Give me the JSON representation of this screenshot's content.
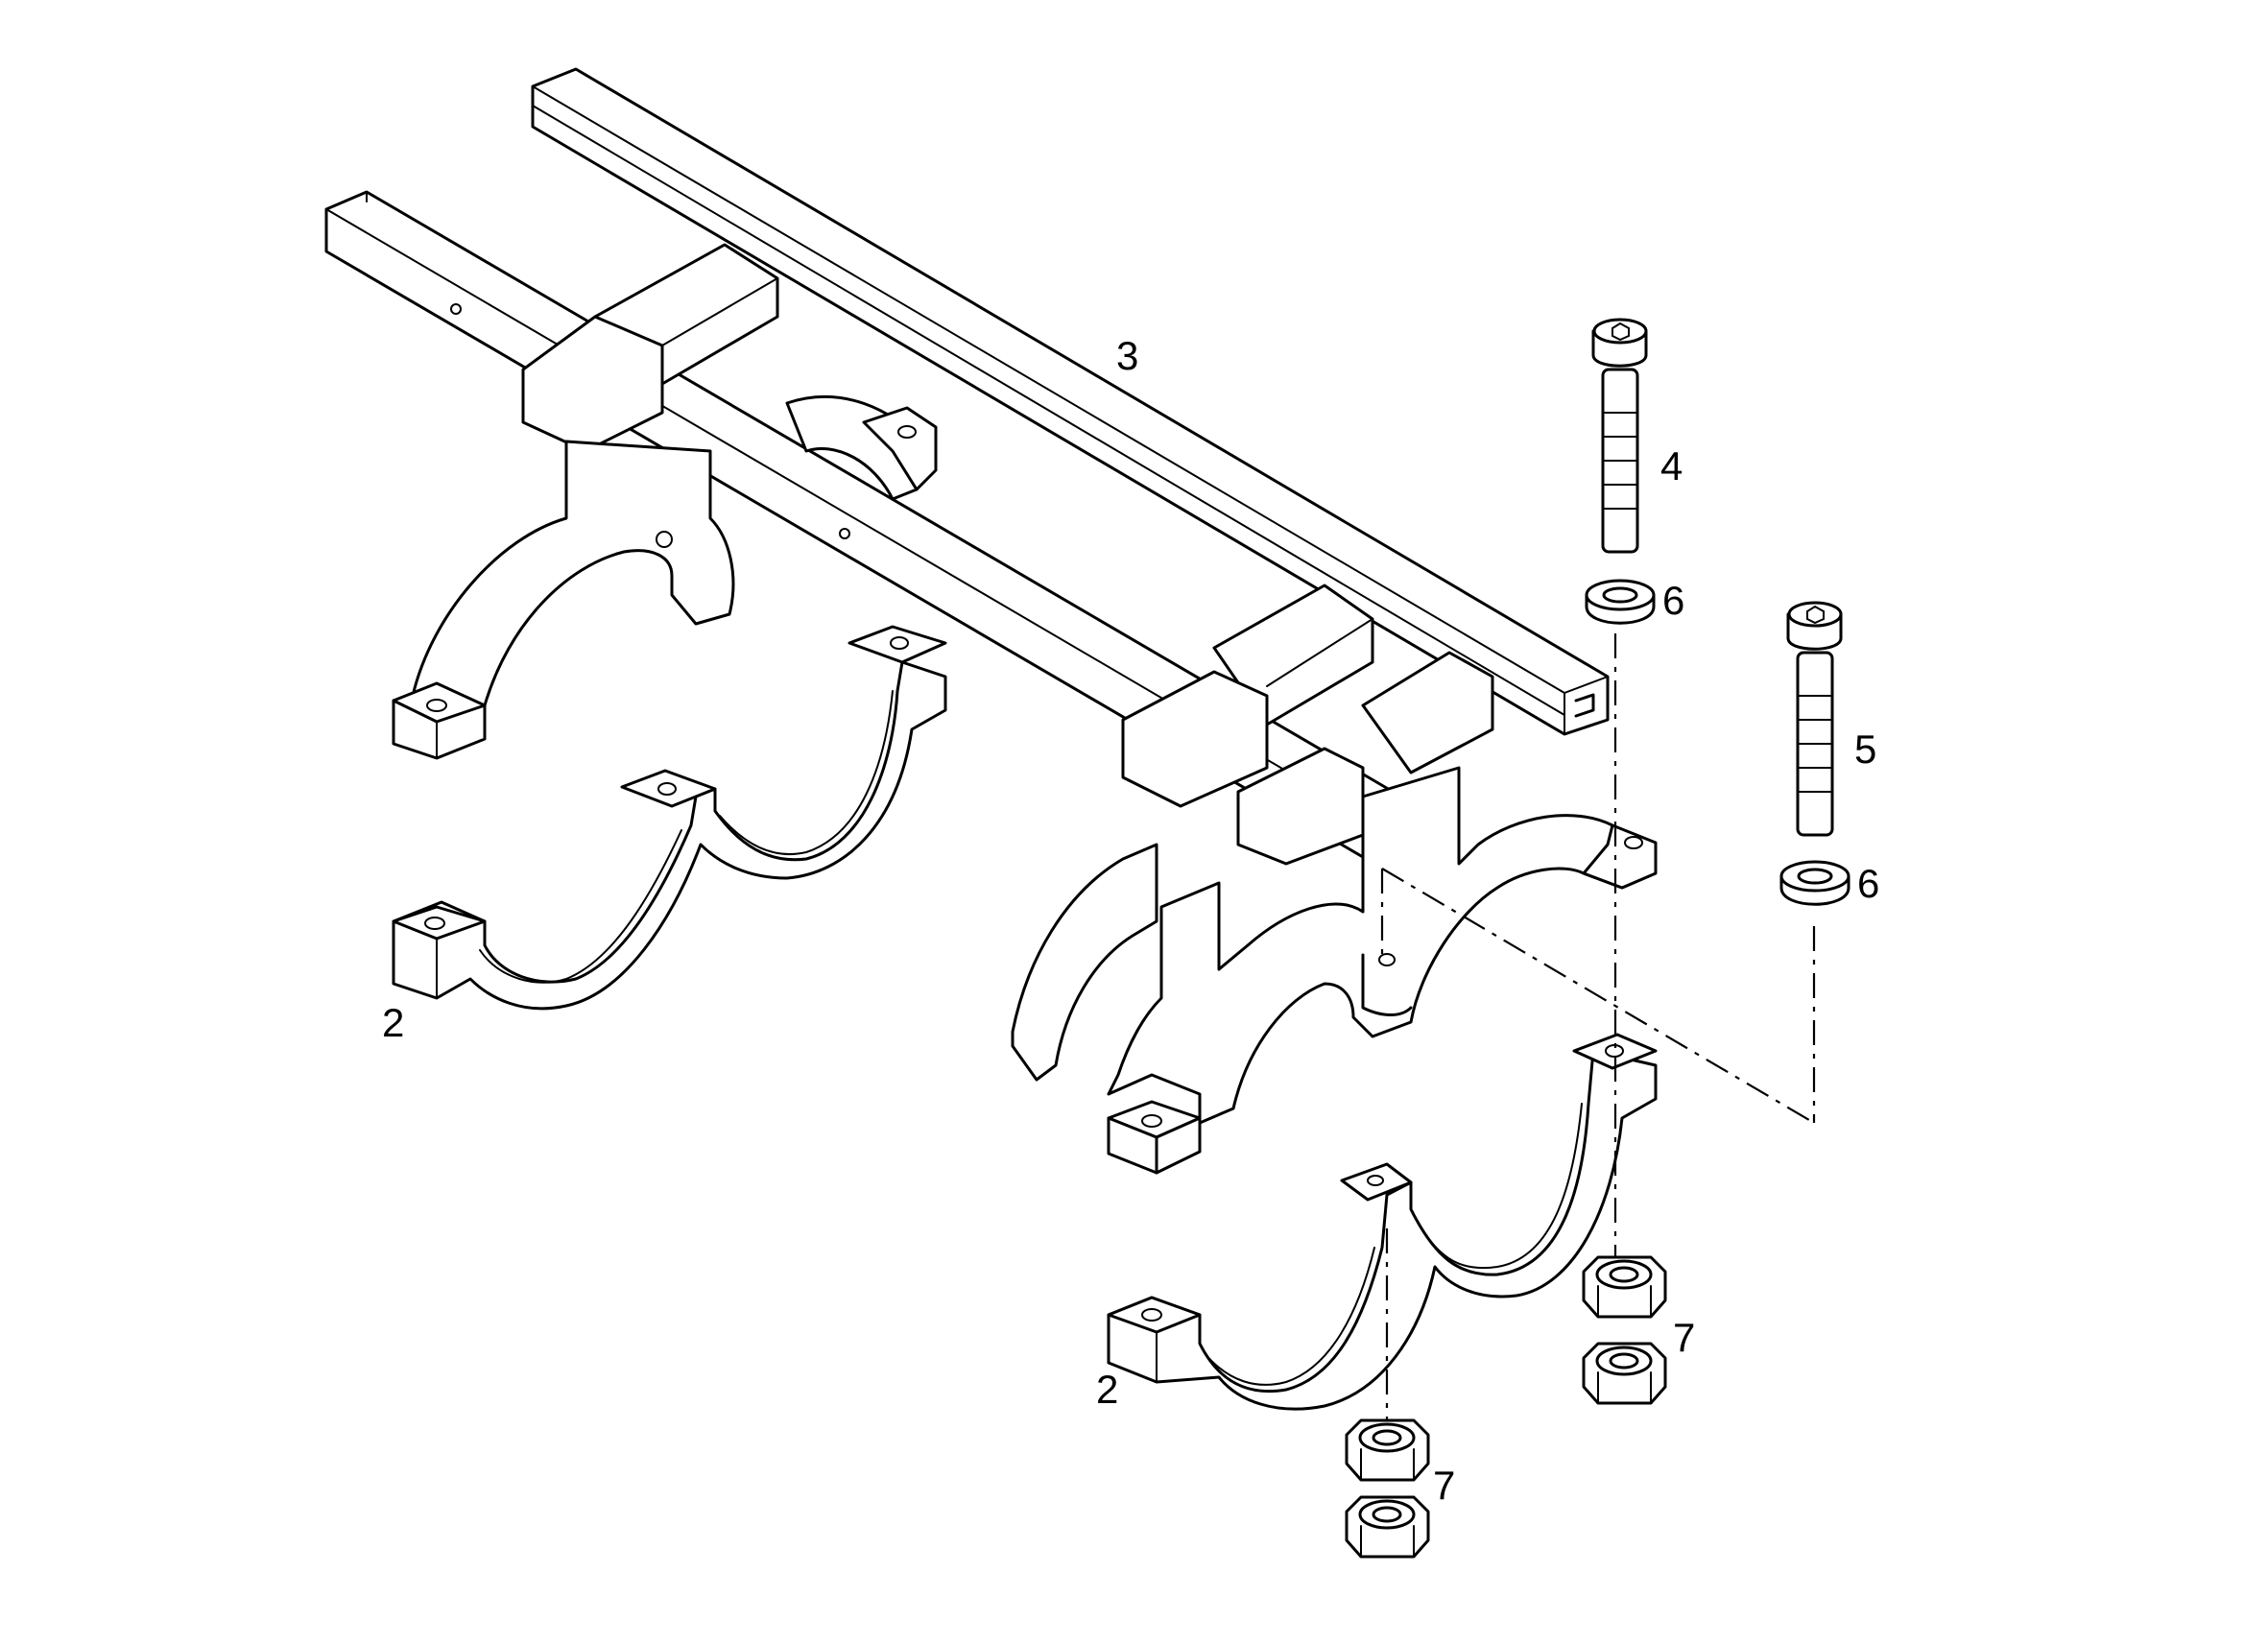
{
  "diagram": {
    "callouts": [
      {
        "id": "c2a",
        "label": "2"
      },
      {
        "id": "c2b",
        "label": "2"
      },
      {
        "id": "c3",
        "label": "3"
      },
      {
        "id": "c4",
        "label": "4"
      },
      {
        "id": "c5",
        "label": "5"
      },
      {
        "id": "c6a",
        "label": "6"
      },
      {
        "id": "c6b",
        "label": "6"
      },
      {
        "id": "c7a",
        "label": "7"
      },
      {
        "id": "c7b",
        "label": "7"
      }
    ],
    "line_color": "#000000",
    "background_color": "#ffffff"
  }
}
